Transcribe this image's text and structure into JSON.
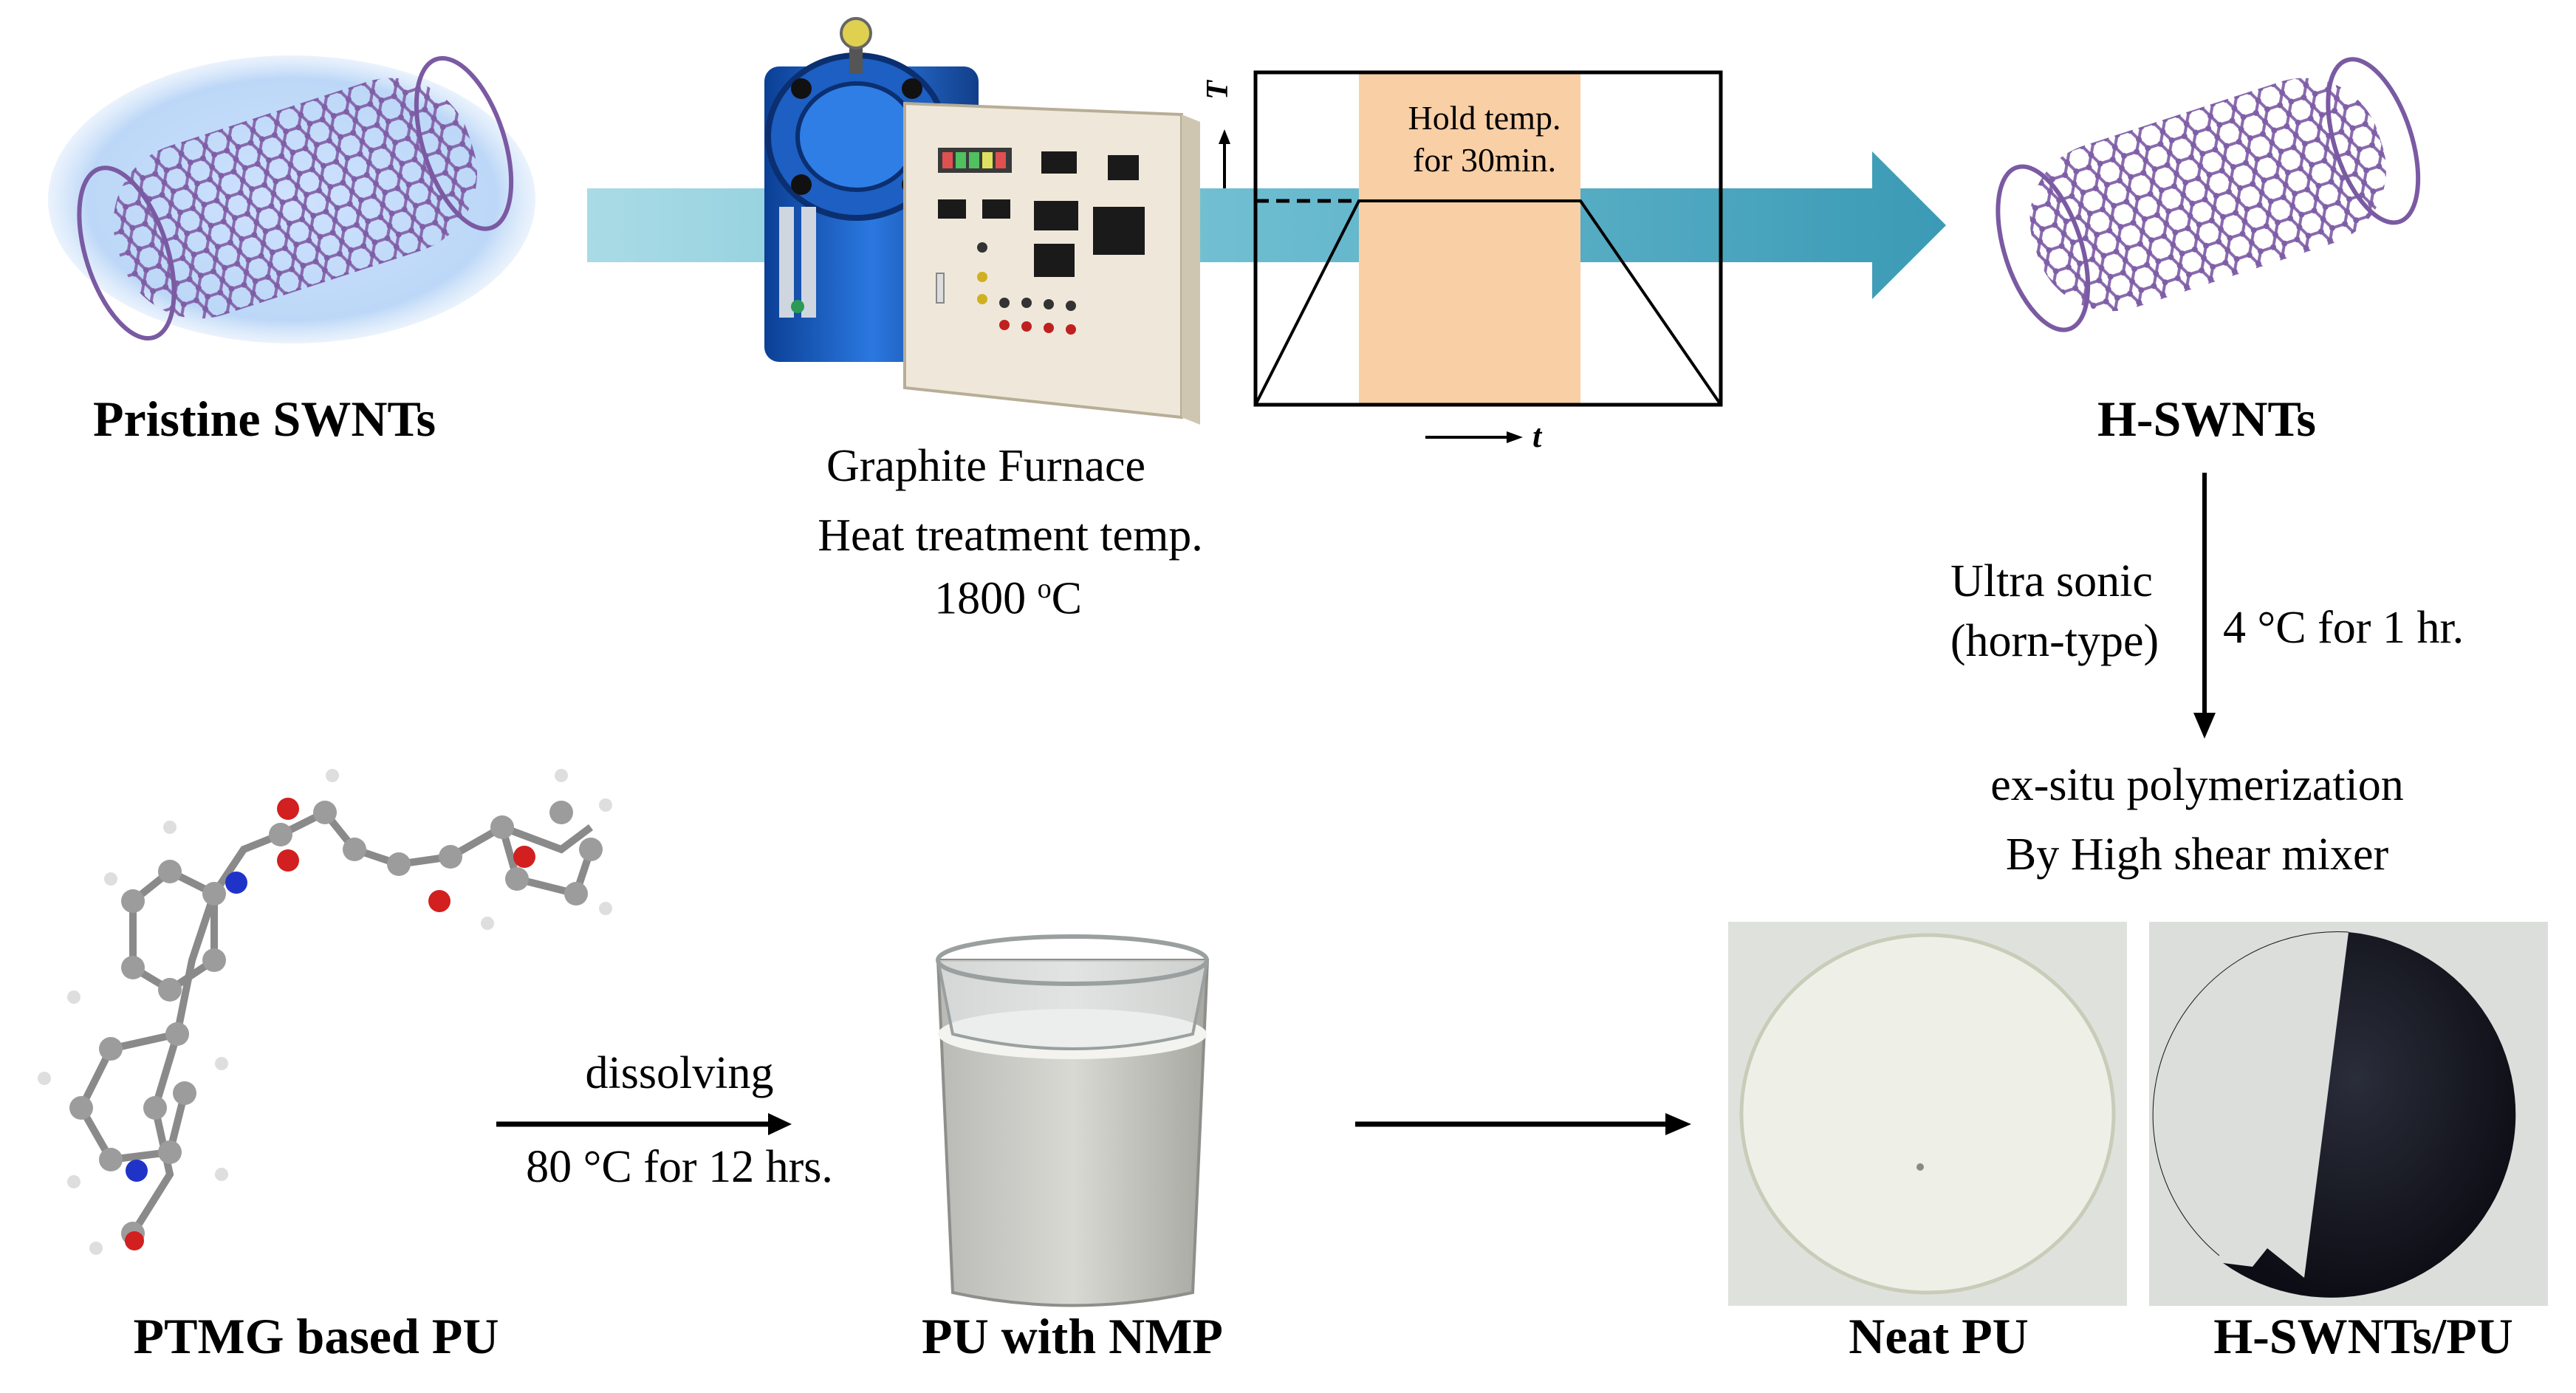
{
  "labels": {
    "pristine": "Pristine SWNTs",
    "furnace": "Graphite Furnace",
    "heat_temp": "Heat treatment temp.",
    "temp_value": "1800 ",
    "temp_sup": "o",
    "temp_unit": "C",
    "hold": "Hold temp.",
    "hold_time": "for 30min.",
    "axis_t_upper": "T",
    "axis_t_lower": "t",
    "hswnts": "H-SWNTs",
    "ultra1": "Ultra sonic",
    "ultra2": "(horn-type)",
    "sonic_cond": "4 °C for 1 hr.",
    "exsitu": "ex-situ polymerization",
    "mixer": "By High shear mixer",
    "dissolving": "dissolving",
    "dissolve_cond": "80 °C for 12 hrs.",
    "ptmg": "PTMG based PU",
    "pu_nmp": "PU with NMP",
    "neat": "Neat PU",
    "composite": "H-SWNTs/PU"
  },
  "colors": {
    "arrow": "#5fb4c8",
    "hold_band": "#f9cfa6",
    "nanotube": "#8e6fb0",
    "furnace_blue": "#1f63c9",
    "panel": "#efe8da",
    "film_clear": "#e9ece4",
    "film_dark": "#14161f"
  }
}
